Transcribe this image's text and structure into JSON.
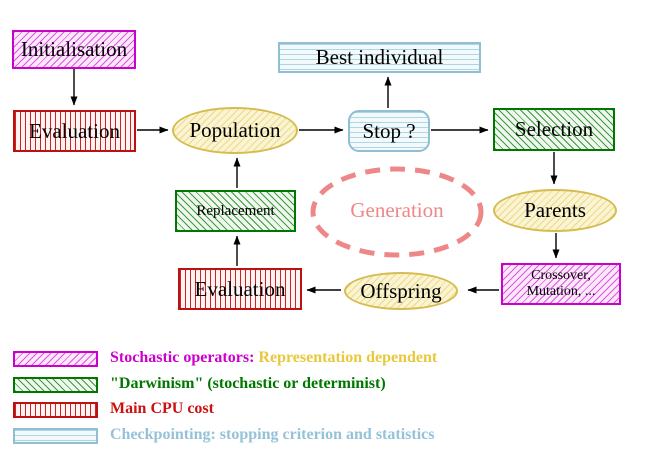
{
  "diagram": {
    "nodes": {
      "initialisation": "Initialisation",
      "evaluation_top": "Evaluation",
      "population": "Population",
      "best_individual": "Best individual",
      "stop": "Stop ?",
      "selection": "Selection",
      "parents": "Parents",
      "crossover_line1": "Crossover,",
      "crossover_line2": "Mutation, ...",
      "offspring": "Offspring",
      "evaluation_bottom": "Evaluation",
      "replacement": "Replacement",
      "generation": "Generation"
    }
  },
  "legend": {
    "items": [
      {
        "swatch": "magenta-diagonal-hatch",
        "text": "Stochastic operators:",
        "text2": "Representation dependent"
      },
      {
        "swatch": "green-diagonal-hatch",
        "text": "\"Darwinism\" (stochastic or determinist)"
      },
      {
        "swatch": "red-vertical-stripes",
        "text": "Main CPU cost"
      },
      {
        "swatch": "cyan-horizontal-stripes",
        "text": "Checkpointing: stopping criterion and statistics"
      }
    ]
  },
  "colors": {
    "magenta": "#cc00cc",
    "green": "#007700",
    "red": "#cc1111",
    "cyan_blue": "#95c2d8",
    "gold_text": "#e8c83c",
    "salmon": "#ee8787",
    "yellow_node_border": "#d6bc4e",
    "arrow_black": "#000000"
  }
}
